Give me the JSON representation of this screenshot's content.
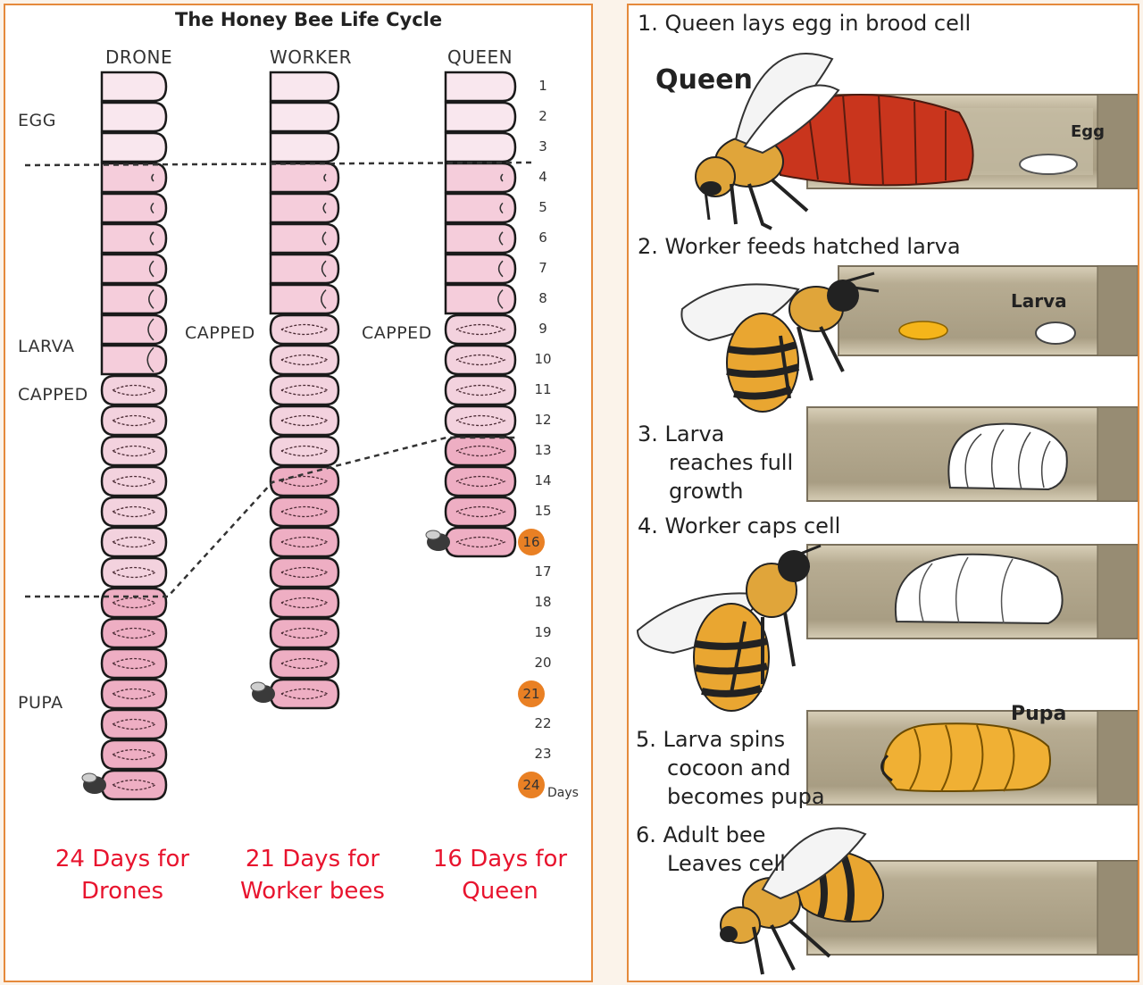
{
  "left": {
    "title": "The Honey Bee Life Cycle",
    "columns": {
      "drone": "DRONE",
      "worker": "WORKER",
      "queen": "QUEEN"
    },
    "stages": {
      "egg": "EGG",
      "larva": "LARVA",
      "capped": "CAPPED",
      "pupa": "PUPA"
    },
    "capped_label": "CAPPED",
    "days": [
      "1",
      "2",
      "3",
      "4",
      "5",
      "6",
      "7",
      "8",
      "9",
      "10",
      "11",
      "12",
      "13",
      "14",
      "15",
      "16",
      "17",
      "18",
      "19",
      "20",
      "21",
      "22",
      "23",
      "24"
    ],
    "days_word": "Days",
    "highlight_color": "#e98024",
    "footers": {
      "drone": {
        "line1": "24 Days for",
        "line2": "Drones"
      },
      "worker": {
        "line1": "21 Days for",
        "line2": "Worker bees"
      },
      "queen": {
        "line1": "16 Days for",
        "line2": "Queen"
      }
    }
  },
  "right": {
    "steps": [
      {
        "lines": [
          "1.  Queen lays egg in brood cell"
        ]
      },
      {
        "lines": [
          "2.  Worker feeds hatched larva"
        ]
      },
      {
        "lines": [
          "3.  Larva",
          "reaches full",
          "growth"
        ]
      },
      {
        "lines": [
          "4.  Worker caps cell"
        ]
      },
      {
        "lines": [
          "5.  Larva spins",
          "cocoon and",
          "becomes pupa"
        ]
      },
      {
        "lines": [
          "6.  Adult bee",
          "Leaves cell"
        ]
      }
    ],
    "labels": {
      "queen": "Queen",
      "egg": "Egg",
      "larva": "Larva",
      "pupa": "Pupa"
    }
  }
}
